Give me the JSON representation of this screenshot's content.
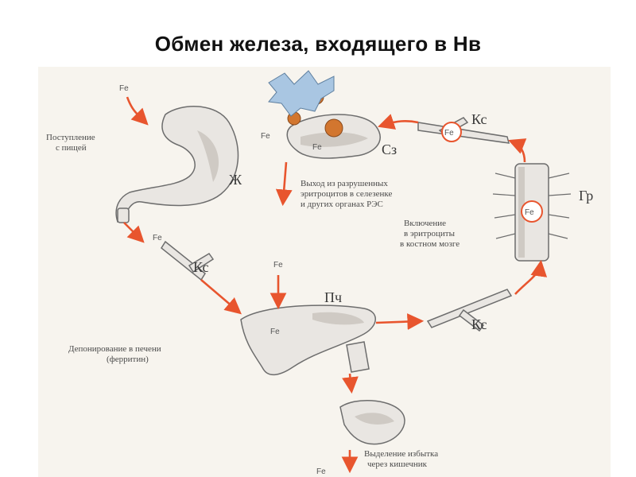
{
  "title": "Обмен железа, входящего в Нв",
  "organs": {
    "stomach": "Ж",
    "spleen": "Сз",
    "bone": "Гр",
    "liver": "Пч",
    "vessel": "Кс"
  },
  "element": "Fe",
  "captions": {
    "intake_1": "Поступление",
    "intake_2": "с пищей",
    "release_1": "Выход из разрушенных",
    "release_2": "эритроцитов в селезенке",
    "release_3": "и других органах РЭС",
    "inclusion_1": "Включение",
    "inclusion_2": "в эритроциты",
    "inclusion_3": "в костном мозге",
    "deposit_1": "Депонирование в печени",
    "deposit_2": "(ферритин)",
    "excretion_1": "Выделение избытка",
    "excretion_2": "через кишечник"
  }
}
